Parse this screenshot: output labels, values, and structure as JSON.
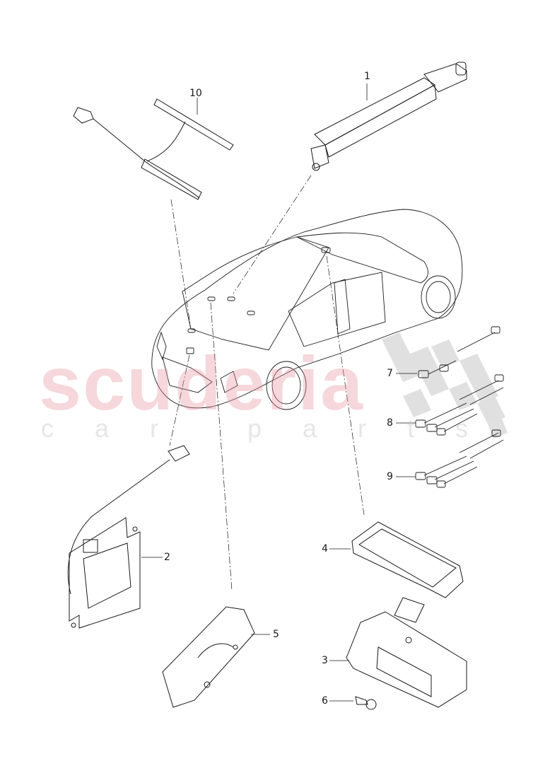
{
  "diagram": {
    "type": "exploded-parts-diagram",
    "subject": "vehicle roof/rear antenna and module parts",
    "callouts": [
      {
        "id": "1",
        "label": "1",
        "part": "elongated module with connectors (upper right)"
      },
      {
        "id": "2",
        "label": "2",
        "part": "bracket-mounted module with cable and connector"
      },
      {
        "id": "3",
        "label": "3",
        "part": "housing base"
      },
      {
        "id": "4",
        "label": "4",
        "part": "cover"
      },
      {
        "id": "5",
        "label": "5",
        "part": "mounting bracket"
      },
      {
        "id": "6",
        "label": "6",
        "part": "expanding rivet / clip"
      },
      {
        "id": "7",
        "label": "7",
        "part": "repair connector set (single)"
      },
      {
        "id": "8",
        "label": "8",
        "part": "repair connector set (triple)"
      },
      {
        "id": "9",
        "label": "9",
        "part": "repair connector set (triple)"
      },
      {
        "id": "10",
        "label": "10",
        "part": "antenna strip with cable and connector"
      }
    ]
  },
  "watermark": {
    "main": "scuderia",
    "sub": "car parts",
    "main_color": "#e896a0",
    "sub_color": "#c8c8c8"
  },
  "colors": {
    "line": "#1a1a1a",
    "background": "#ffffff",
    "checker": "#d4d4d4"
  }
}
